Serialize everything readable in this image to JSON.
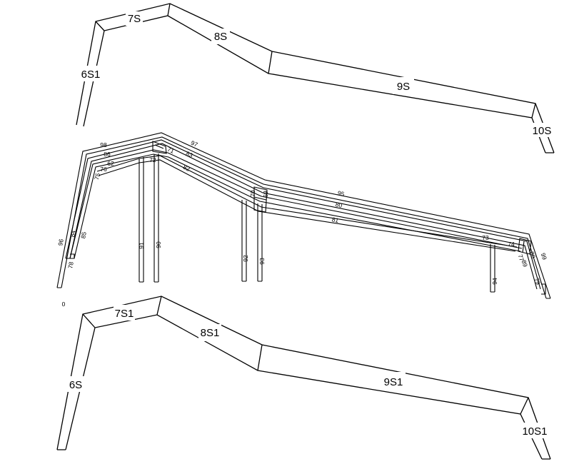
{
  "top_view": {
    "labels": [
      "6S1",
      "7S",
      "8S",
      "9S",
      "10S"
    ]
  },
  "middle_view": {
    "member_labels": [
      "98",
      "86",
      "62",
      "76",
      "75",
      "84",
      "85",
      "96",
      "78",
      "72",
      "71",
      "97",
      "83",
      "82",
      "91",
      "90",
      "70",
      "69",
      "95",
      "80",
      "81",
      "92",
      "93",
      "73",
      "74",
      "77",
      "88",
      "89",
      "99",
      "79",
      "94"
    ],
    "origin_marker": "0"
  },
  "bottom_view": {
    "labels": [
      "6S",
      "7S1",
      "8S1",
      "9S1",
      "10S1"
    ]
  },
  "colors": {
    "line": "#000000",
    "background": "#ffffff"
  }
}
